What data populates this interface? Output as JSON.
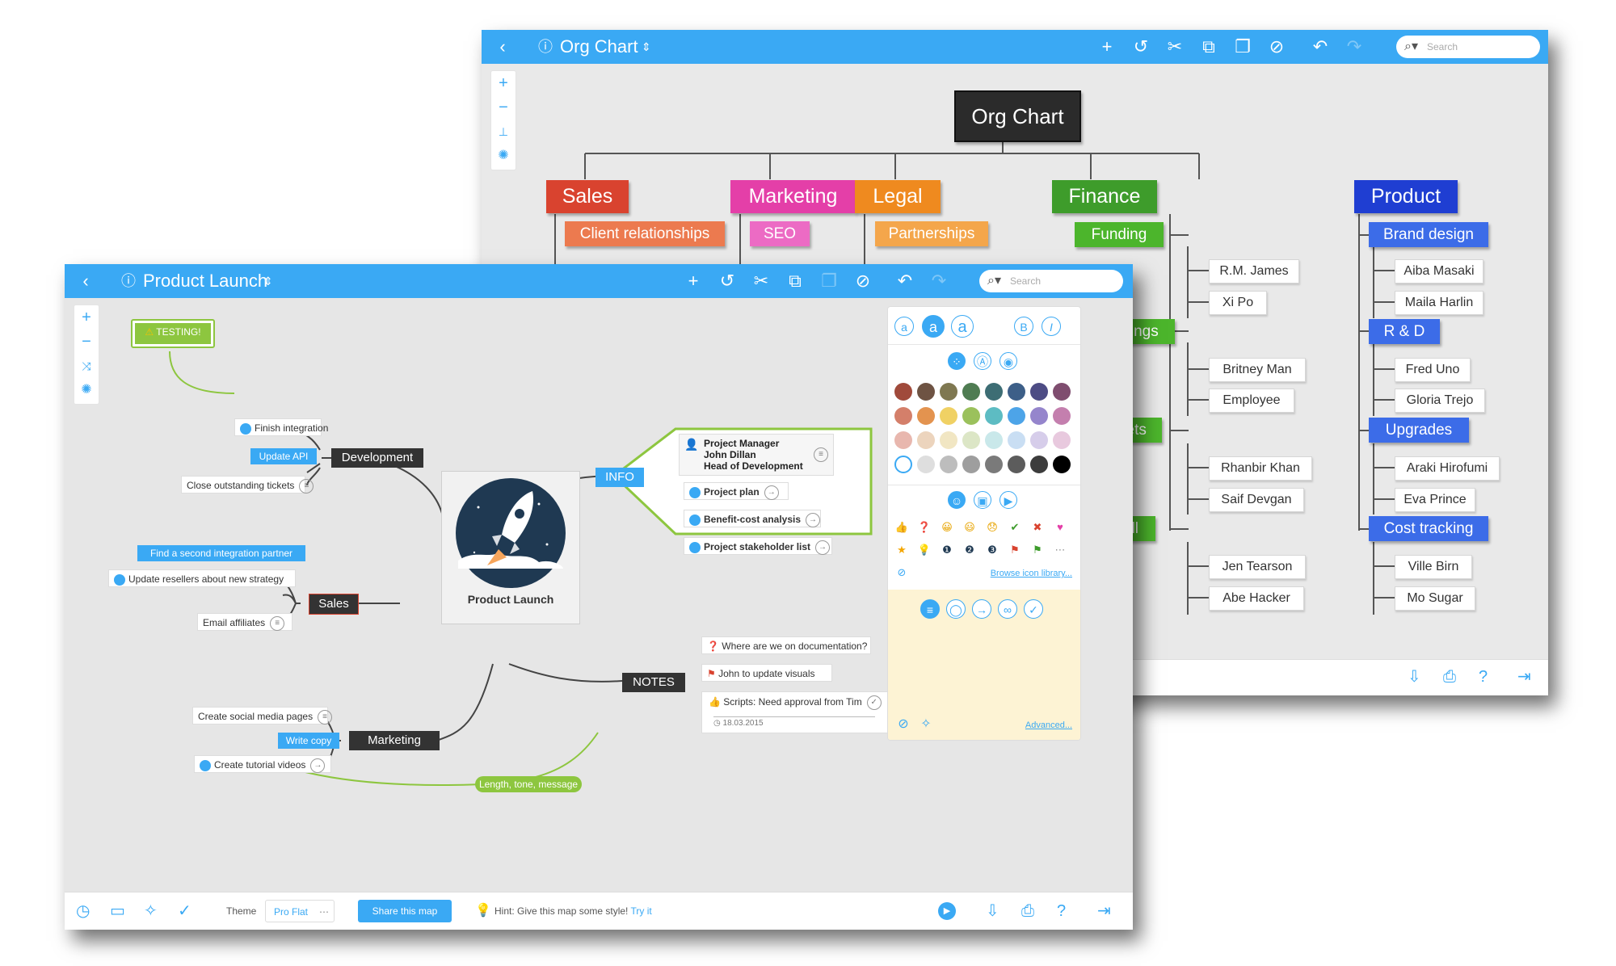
{
  "colors": {
    "toolbar": "#3aa9f4",
    "sales": "#d9432f",
    "marketing": "#e43fa8",
    "legal": "#ef8a1f",
    "finance": "#3e9c2b",
    "product": "#1f3ed2",
    "dark_node": "#333333",
    "info_border": "#8dc63f"
  },
  "org": {
    "title": "Org Chart",
    "search_placeholder": "Search",
    "root": "Org Chart",
    "departments": [
      {
        "label": "Sales",
        "color": "#d9432f",
        "sub_color": "#ec7a4f",
        "children": [
          "Client relationships"
        ]
      },
      {
        "label": "Marketing",
        "color": "#e43fa8",
        "sub_color": "#ec6bc4",
        "children": [
          "SEO"
        ]
      },
      {
        "label": "Legal",
        "color": "#ef8a1f",
        "sub_color": "#f4a64b",
        "children": [
          "Partnerships"
        ]
      },
      {
        "label": "Finance",
        "color": "#3e9c2b",
        "sub_color": "#4cb52c",
        "children": [
          {
            "label": "Funding",
            "people": [
              "R.M. James",
              "Xi Po"
            ]
          },
          {
            "label": "Tax filings",
            "people": [
              "Britney Man",
              "Employee"
            ]
          },
          {
            "label": "Budgets",
            "people": [
              "Rhanbir Khan",
              "Saif Devgan"
            ]
          },
          {
            "label": "Payroll",
            "people": [
              "Jen Tearson",
              "Abe Hacker"
            ]
          }
        ]
      },
      {
        "label": "Product",
        "color": "#1f3ed2",
        "sub_color": "#3c6ce8",
        "children": [
          {
            "label": "Brand design",
            "people": [
              "Aiba Masaki",
              "Maila Harlin"
            ]
          },
          {
            "label": "R & D",
            "people": [
              "Fred Uno",
              "Gloria Trejo"
            ]
          },
          {
            "label": "Upgrades",
            "people": [
              "Araki Hirofumi",
              "Eva Prince"
            ]
          },
          {
            "label": "Cost tracking",
            "people": [
              "Ville Birn",
              "Mo Sugar"
            ]
          }
        ]
      }
    ]
  },
  "launch": {
    "title": "Product Launch",
    "search_placeholder": "Search",
    "central": "Product Launch",
    "testing": "TESTING!",
    "finish_integration": "Finish integration",
    "update_api": "Update API",
    "development": "Development",
    "close_tickets": "Close outstanding tickets",
    "find_partner": "Find a second integration partner",
    "update_resellers": "Update resellers about new strategy",
    "sales": "Sales",
    "email_affiliates": "Email affiliates",
    "create_social": "Create social media pages",
    "write_copy": "Write copy",
    "marketing": "Marketing",
    "create_tutorial": "Create tutorial videos",
    "length_tone": "Length, tone, message",
    "info": "INFO",
    "pm_line1": "Project Manager",
    "pm_line2": "John Dillan",
    "pm_line3": "Head of Development",
    "project_plan": "Project plan",
    "benefit_cost": "Benefit-cost analysis",
    "stakeholder": "Project stakeholder list",
    "notes": "NOTES",
    "where_docs": "Where are we on documentation?",
    "john_visuals": "John to update visuals",
    "scripts": "Scripts: Need approval from Tim",
    "date": "18.03.2015"
  },
  "panel": {
    "font_a1": "a",
    "font_a2": "a",
    "font_a3": "a",
    "bold": "B",
    "italic": "I",
    "browse_icons": "Browse icon library...",
    "advanced": "Advanced...",
    "swatches": [
      "#a04a3b",
      "#6e5343",
      "#7f7851",
      "#4f7c52",
      "#3d6d74",
      "#3d5f88",
      "#4d4c84",
      "#7f4d6f",
      "#d47f6a",
      "#e3934f",
      "#f0d164",
      "#9bc15c",
      "#5dbcc3",
      "#4da4e8",
      "#9585cc",
      "#c47fae",
      "#e8b7ae",
      "#ecd4bd",
      "#f1e6c3",
      "#dce6c6",
      "#c9e8ea",
      "#c9def3",
      "#d6cdea",
      "#e8c9de",
      "#ffffff",
      "#dedede",
      "#bdbdbd",
      "#9e9e9e",
      "#7a7a7a",
      "#5c5c5c",
      "#3c3c3c",
      "#000000"
    ]
  },
  "footer": {
    "theme_label": "Theme",
    "theme_value": "Pro Flat",
    "share": "Share this map",
    "hint": "Hint: Give this map some style!",
    "try_it": "Try it"
  }
}
